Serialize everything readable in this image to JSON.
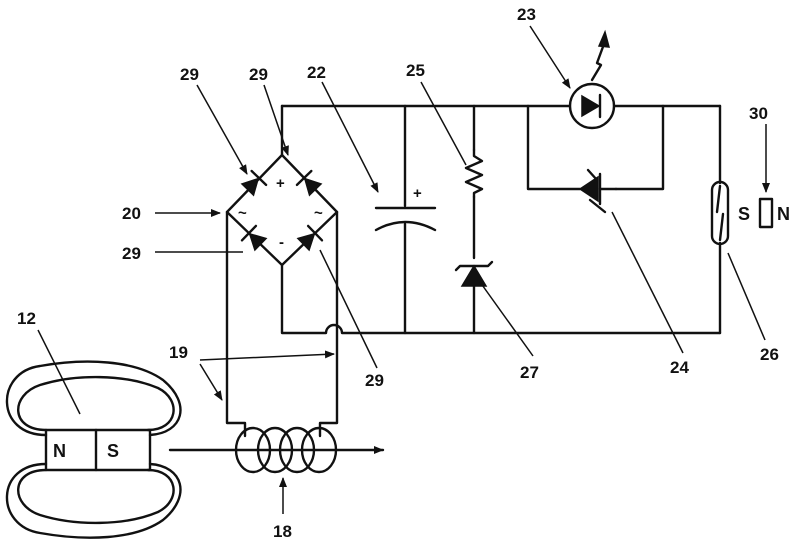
{
  "labels": {
    "bridge_top_left": "29",
    "bridge_top_right": "29",
    "bridge_bottom_left": "29",
    "bridge_bottom_right": "29",
    "bridge": "20",
    "capacitor": "22",
    "resistor": "25",
    "led": "23",
    "thyristor": "24",
    "zener": "27",
    "reed_switch": "26",
    "actuating_magnet": "30",
    "magnet": "12",
    "leads": "19",
    "coil": "18"
  },
  "symbols": {
    "plus": "+",
    "minus": "-",
    "ac": "~",
    "cap_plus": "+"
  },
  "magnet_main": {
    "north": "N",
    "south": "S"
  },
  "magnet_small": {
    "south": "S",
    "north": "N"
  }
}
